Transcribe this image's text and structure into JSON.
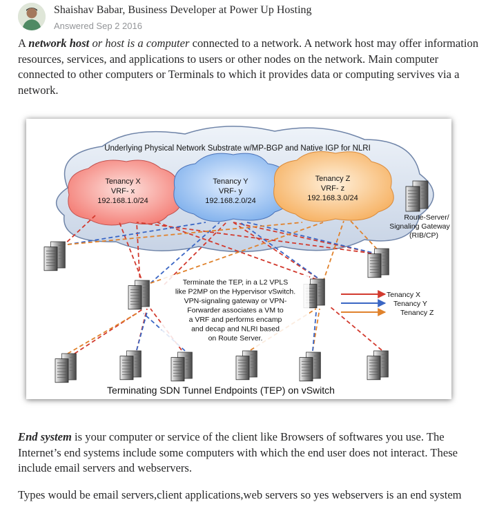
{
  "answer": {
    "author": "Shaishav Babar, Business Developer at Power Up Hosting",
    "meta": "Answered Sep 2 2016"
  },
  "intro": {
    "pre": "A ",
    "term": "network host",
    "italic": " or host is a computer",
    "rest": " connected to a network. A network host may offer information resources, services, and applications to users or other nodes on the network. Main computer connected to other computers or Terminals to which it provides data or computing servives via a network."
  },
  "diagram": {
    "title": "Underlying Physical Network Substrate w/MP-BGP and Native IGP for NLRI",
    "tenancies": [
      {
        "name": "Tenancy X",
        "vrf": "VRF- x",
        "subnet": "192.168.1.0/24",
        "color": "#f47c74"
      },
      {
        "name": "Tenancy Y",
        "vrf": "VRF- y",
        "subnet": "192.168.2.0/24",
        "color": "#7fb0ec"
      },
      {
        "name": "Tenancy Z",
        "vrf": "VRF- z",
        "subnet": "192.168.3.0/24",
        "color": "#f6b060"
      }
    ],
    "route_server": [
      "Route-Server/",
      "Signaling Gateway",
      "(RIB/CP)"
    ],
    "center_note": [
      "Terminate the TEP, in a L2 VPLS",
      "like P2MP on the Hypervisor vSwitch.",
      "VPN-signaling gateway or VPN-",
      "Forwarder associates a VM to",
      "a VRF and performs encamp",
      "and decap and NLRI based",
      "on Route Server."
    ],
    "legend": [
      {
        "label": "Tenancy X",
        "color": "#d23a2e"
      },
      {
        "label": "Tenancy Y",
        "color": "#3a66c4"
      },
      {
        "label": "Tenancy Z",
        "color": "#e0822c"
      }
    ],
    "footer": "Terminating SDN Tunnel Endpoints (TEP) on vSwitch"
  },
  "end_system": {
    "term": "End system",
    "rest": " is your computer or service of the client like Browsers of softwares you use. The Internet’s end systems include some computers with which the end user does not interact. These include email servers and webservers."
  },
  "types": "Types would be email servers,client applications,web servers so yes webservers is an end system"
}
